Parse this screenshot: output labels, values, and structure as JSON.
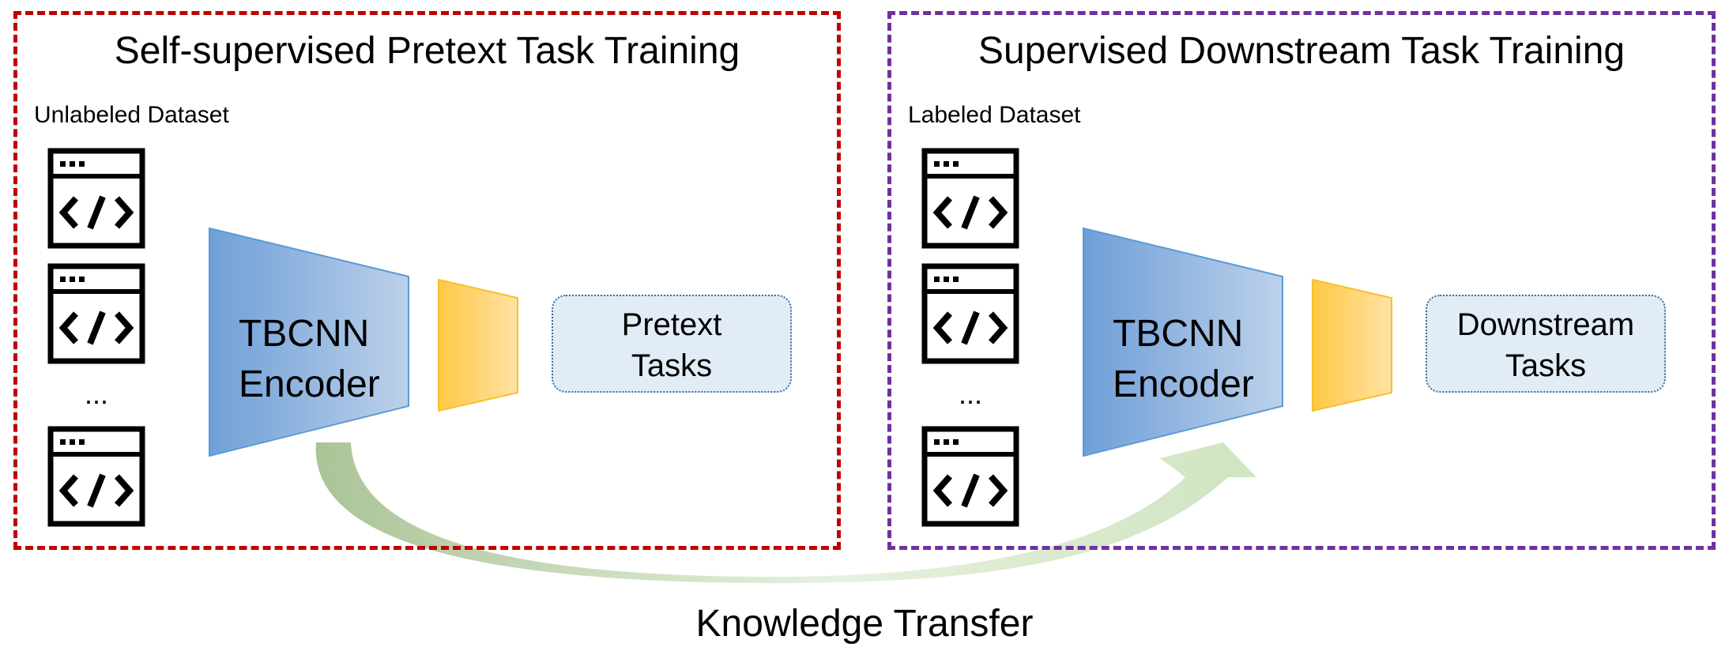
{
  "left_panel": {
    "title": "Self-supervised Pretext Task Training",
    "border_color": "#c00000",
    "dataset_label": "Unlabeled Dataset",
    "ellipsis": "...",
    "encoder_label": "TBCNN\nEncoder",
    "task_label_line1": "Pretext",
    "task_label_line2": "Tasks"
  },
  "right_panel": {
    "title": "Supervised Downstream Task Training",
    "border_color": "#7030a0",
    "dataset_label": "Labeled Dataset",
    "ellipsis": "...",
    "encoder_label": "TBCNN\nEncoder",
    "task_label_line1": "Downstream",
    "task_label_line2": "Tasks"
  },
  "transfer_label": "Knowledge Transfer",
  "icons": {
    "dataset_item": "code-window-icon"
  },
  "colors": {
    "encoder_dark": "#6f9fd8",
    "encoder_light": "#b9cfe9",
    "head_dark": "#ffc845",
    "head_light": "#ffe3a8",
    "task_fill": "#e2ecf6",
    "arrow_dark": "#a9c495",
    "arrow_light": "#cfe4c1"
  }
}
